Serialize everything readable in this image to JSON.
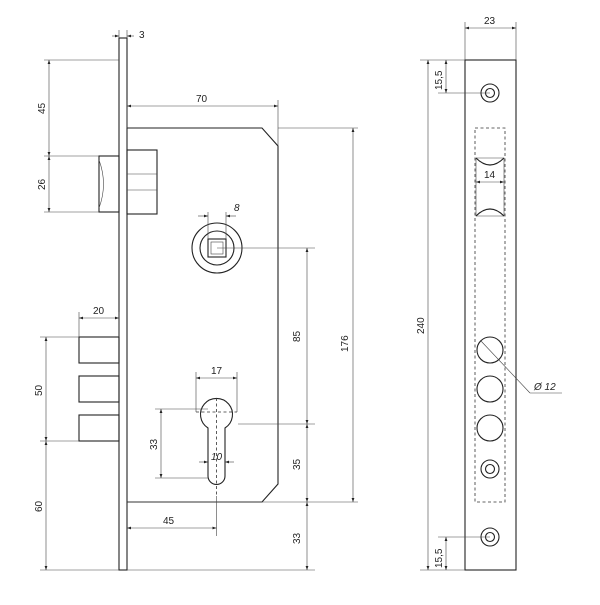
{
  "dimensions": {
    "faceplate_thickness": "3",
    "backset_case_width": "70",
    "latch_offset_top": "45",
    "latch_height": "26",
    "spindle_square": "8",
    "spindle_to_cylinder": "85",
    "case_height": "176",
    "bolt_projection": "20",
    "bolt_group_height": "50",
    "bottom_offset": "60",
    "cylinder_width": "17",
    "cylinder_height": "33",
    "cylinder_slot": "10",
    "cylinder_to_case_bottom": "35",
    "backset": "45",
    "case_bottom_to_plate_end": "33",
    "faceplate_width": "23",
    "screw_offset_top": "15,5",
    "latch_hole_width": "14",
    "faceplate_length": "240",
    "bolt_hole_diameter": "Ø 12",
    "screw_offset_bottom": "15,5"
  },
  "colors": {
    "line": "#222222",
    "background": "#ffffff"
  }
}
